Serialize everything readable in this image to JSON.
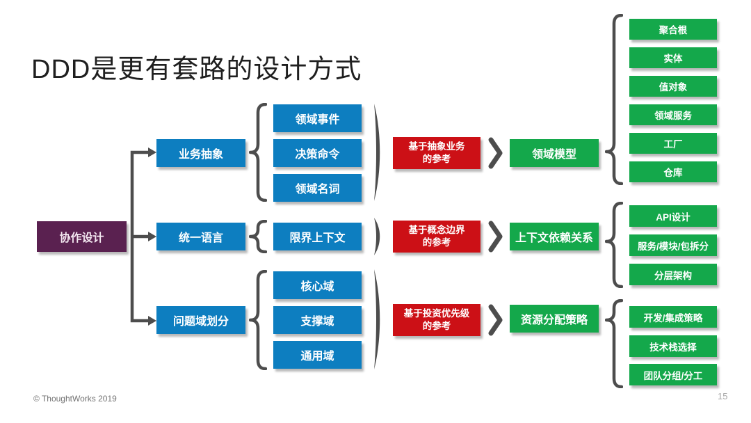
{
  "slide": {
    "title": "DDD是更有套路的设计方式",
    "footer": "© ThoughtWorks 2019",
    "page_number": "15"
  },
  "colors": {
    "activity_blue": "#0d7ec0",
    "reference_red": "#cc1016",
    "outcome_green": "#14a84b",
    "root_purple": "#5a2150",
    "connector_gray": "#4d4d4d"
  },
  "diagram": {
    "root": {
      "label": "协作设计"
    },
    "rows": [
      {
        "activity": "业务抽象",
        "artifacts": [
          "领域事件",
          "决策命令",
          "领域名词"
        ],
        "reference": [
          "基于抽象业务",
          "的参考"
        ],
        "outcome": "领域模型",
        "details": [
          "聚合根",
          "实体",
          "值对象",
          "领域服务",
          "工厂",
          "仓库"
        ]
      },
      {
        "activity": "统一语言",
        "artifacts": [
          "限界上下文"
        ],
        "reference": [
          "基于概念边界",
          "的参考"
        ],
        "outcome": "上下文依赖关系",
        "details": [
          "API设计",
          "服务/模块/包拆分",
          "分层架构"
        ]
      },
      {
        "activity": "问题域划分",
        "artifacts": [
          "核心域",
          "支撑域",
          "通用域"
        ],
        "reference": [
          "基于投资优先级",
          "的参考"
        ],
        "outcome": "资源分配策略",
        "details": [
          "开发/集成策略",
          "技术栈选择",
          "团队分组/分工"
        ]
      }
    ]
  }
}
